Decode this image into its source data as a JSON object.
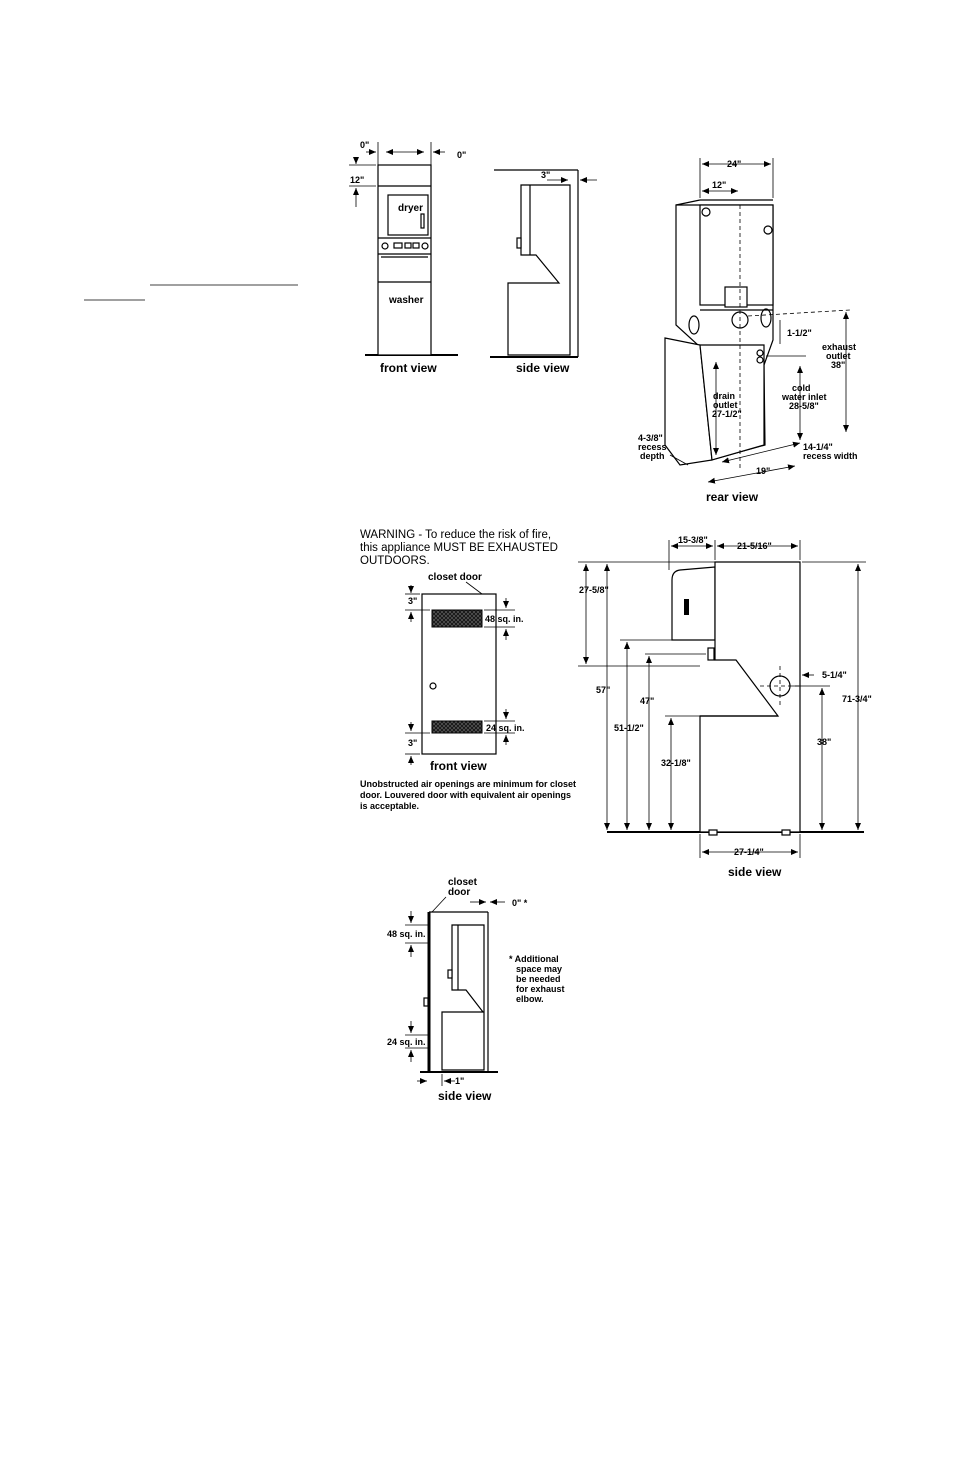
{
  "fig1": {
    "front": {
      "left_clearance": "0\"",
      "right_clearance": "0\"",
      "top_clearance": "12\"",
      "dryer": "dryer",
      "washer": "washer",
      "caption": "front view"
    },
    "side": {
      "back_clearance": "3\"",
      "caption": "side view"
    },
    "rear": {
      "width": "24\"",
      "half_width": "12\"",
      "offset": "1-1/2\"",
      "exhaust": [
        "exhaust",
        "outlet",
        "38\""
      ],
      "cold_water": [
        "cold",
        "water inlet",
        "28-5/8\""
      ],
      "drain": [
        "drain",
        "outlet",
        "27-1/2\""
      ],
      "recess_depth": [
        "4-3/8\"",
        "recess",
        "depth"
      ],
      "recess_width": [
        "14-1/4\"",
        "recess width"
      ],
      "bottom_width": "19\"",
      "caption": "rear view"
    }
  },
  "fig2": {
    "warning": [
      "WARNING - To reduce the risk of fire,",
      "this appliance MUST BE EXHAUSTED",
      "OUTDOORS."
    ],
    "door": {
      "label": "closet door",
      "top_gap": "3\"",
      "bottom_gap": "3\"",
      "upper_opening": "48 sq. in.",
      "lower_opening": "24 sq. in.",
      "caption": "front view"
    },
    "note": [
      "Unobstructed air openings are minimum for closet",
      "door. Louvered door with equivalent air openings",
      "is acceptable."
    ]
  },
  "fig3": {
    "depth_top": "15-3/8\"",
    "depth_body": "21-5/16\"",
    "left_dims": [
      "27-5/8\"",
      "57\"",
      "51-1/2\"",
      "47\"",
      "32-1/8\""
    ],
    "exhaust_offset": "5-1/4\"",
    "washer_height": "38\"",
    "total_height": "71-3/4\"",
    "base_depth": "27-1/4\"",
    "caption": "side view"
  },
  "fig4": {
    "door_label": [
      "closet",
      "door"
    ],
    "top_clearance": "0\" *",
    "upper_opening": "48 sq. in.",
    "lower_opening": "24 sq. in.",
    "door_gap": "1\"",
    "footnote": [
      "* Additional",
      "space may",
      "be needed",
      "for exhaust",
      "elbow."
    ],
    "caption": "side view"
  }
}
